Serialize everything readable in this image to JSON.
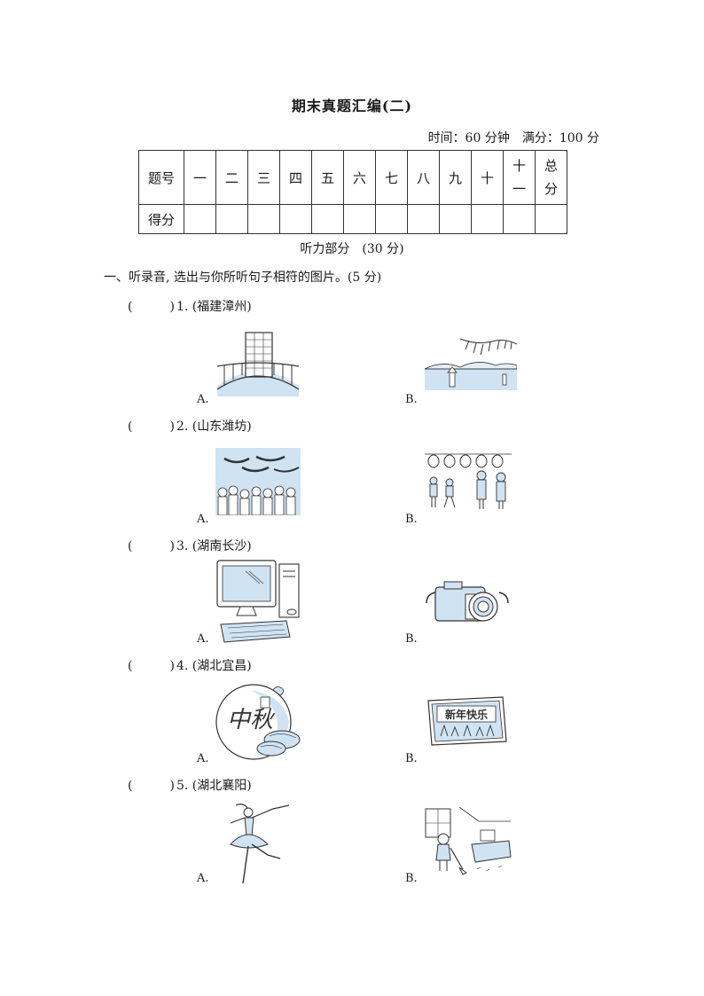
{
  "title": "期末真题汇编(二)",
  "time_info": {
    "time": "时间：60 分钟",
    "full": "满分：100 分"
  },
  "score_table": {
    "row1_label": "题号",
    "headers": [
      "一",
      "二",
      "三",
      "四",
      "五",
      "六",
      "七",
      "八",
      "九",
      "十"
    ],
    "h11_line1": "十",
    "h11_line2": "一",
    "total_line1": "总",
    "total_line2": "分",
    "row2_label": "得分"
  },
  "section_title": "听力部分　(30 分)",
  "part1": {
    "heading": "一、听录音, 选出与你所听句子相符的图片。(5 分)",
    "questions": [
      {
        "paren": "(　　　)",
        "label": "1. (福建漳州)",
        "option_a": "A.",
        "option_b": "B.",
        "icon_a": "building-bridge-icon",
        "icon_b": "lake-pagoda-icon"
      },
      {
        "paren": "(　　　)",
        "label": "2. (山东潍坊)",
        "option_a": "A.",
        "option_b": "B.",
        "icon_a": "dragon-boat-crowd-icon",
        "icon_b": "lantern-children-icon"
      },
      {
        "paren": "(　　　)",
        "label": "3. (湖南长沙)",
        "option_a": "A.",
        "option_b": "B.",
        "icon_a": "computer-icon",
        "icon_b": "camera-icon"
      },
      {
        "paren": "(　　　)",
        "label": "4. (湖北宜昌)",
        "option_a": "A.",
        "option_b": "B.",
        "icon_a": "mid-autumn-mooncake-icon",
        "icon_b": "new-year-card-icon"
      },
      {
        "paren": "(　　　)",
        "label": "5. (湖北襄阳)",
        "option_a": "A.",
        "option_b": "B.",
        "icon_a": "ballet-dancer-icon",
        "icon_b": "girl-sweeping-room-icon"
      }
    ],
    "card_text": "新年快乐",
    "mid_autumn_text": "中秋"
  },
  "colors": {
    "illustration_fill": "#cfe3f3",
    "line": "#333333"
  }
}
